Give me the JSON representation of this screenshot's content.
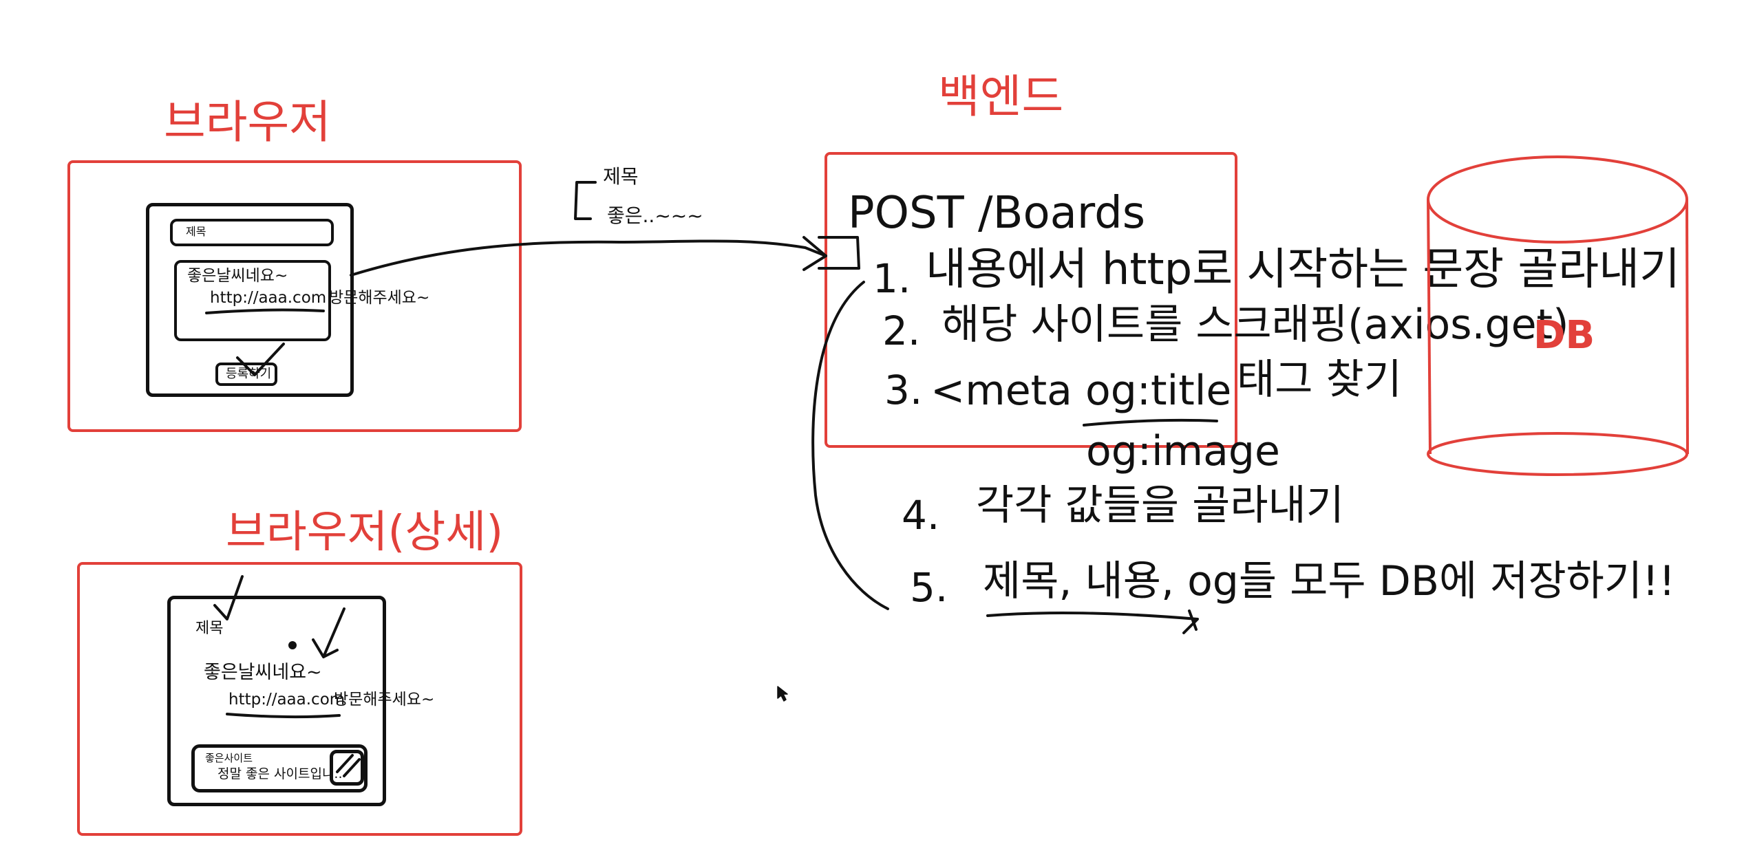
{
  "browser": {
    "heading": "브라우저",
    "title_field": "제목",
    "content_line1": "좋은날씨네요~",
    "content_url": "http://aaa.com",
    "content_rest": "방문해주세요~",
    "submit_button": "등록하기"
  },
  "payload_note": {
    "line1": "제목",
    "line2": "좋은..~~~"
  },
  "backend": {
    "heading": "백엔드",
    "endpoint": "POST /Boards",
    "steps": [
      {
        "num": "1.",
        "text": "내용에서 http로 시작하는 문장 골라내기"
      },
      {
        "num": "2.",
        "text": "해당 사이트를 스크래핑(axios.get)"
      },
      {
        "num": "3.",
        "text": "<meta og:title",
        "suffix": "태그 찾기",
        "extra": "og:image"
      },
      {
        "num": "4.",
        "text": "각각 값들을 골라내기"
      },
      {
        "num": "5.",
        "text": "제목, 내용, og들 모두 DB에 저장하기!!"
      }
    ]
  },
  "db": {
    "label": "DB"
  },
  "detail": {
    "heading": "브라우저(상세)",
    "title": "제목",
    "content_line1": "좋은날씨네요~",
    "content_url": "http://aaa.com",
    "content_rest": "방문해주세요~",
    "preview_site": "좋은사이트",
    "preview_desc": "정말 좋은 사이트입니.."
  },
  "colors": {
    "accent_red": "#e2403a",
    "ink": "#111111"
  }
}
